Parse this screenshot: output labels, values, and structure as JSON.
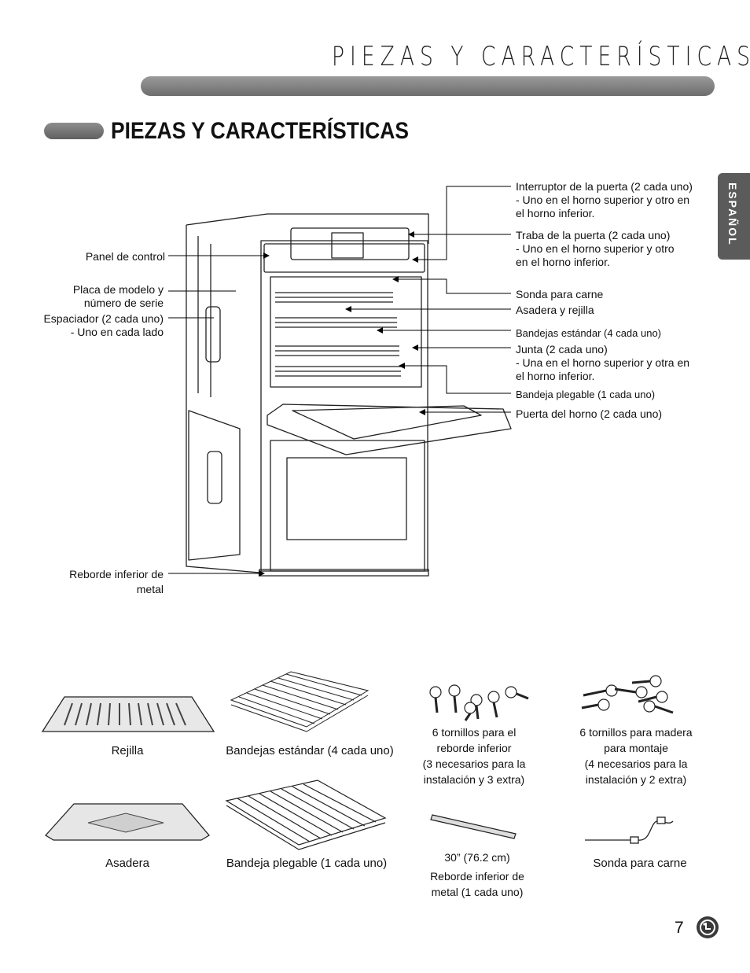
{
  "header": {
    "title": "PIEZAS Y CARACTERÍSTICAS"
  },
  "section": {
    "title": "PIEZAS Y CARACTERÍSTICAS"
  },
  "side_tab": {
    "label": "ESPAÑOL"
  },
  "callouts": {
    "panel_control": "Panel de control",
    "placa_modelo": "Placa de modelo y\nnúmero de serie",
    "espaciador": "Espaciador (2 cada uno)\n- Uno en cada lado",
    "reborde_inferior": "Reborde inferior de\nmetal",
    "interruptor": "Interruptor de la puerta (2 cada uno)\n- Uno en el horno superior y otro en\n   el horno inferior.",
    "traba": "Traba de la puerta (2 cada uno)\n- Uno en el horno superior y otro\n   en el horno inferior.",
    "sonda": "Sonda para carne",
    "asadera_rejilla": "Asadera y rejilla",
    "bandejas_estandar": "Bandejas estándar (4 cada uno)",
    "junta": "Junta (2 cada uno)\n- Una en el horno superior y otra en\n   el horno inferior.",
    "bandeja_plegable": "Bandeja plegable (1 cada uno)",
    "puerta": "Puerta del horno (2 cada uno)"
  },
  "parts": {
    "rejilla": "Rejilla",
    "bandejas_estandar": "Bandejas estándar (4 cada uno)",
    "tornillos_reborde": "6 tornillos para el\nreborde inferior\n(3 necesarios para la\ninstalación y 3 extra)",
    "tornillos_madera": "6 tornillos para madera\npara montaje\n(4 necesarios para la\ninstalación y 2 extra)",
    "asadera": "Asadera",
    "bandeja_plegable": "Bandeja plegable (1 cada uno)",
    "reborde_size": "30” (76.2 cm)",
    "reborde_label": "Reborde inferior de\nmetal (1 cada uno)",
    "sonda": "Sonda para carne"
  },
  "footer": {
    "page_number": "7"
  }
}
